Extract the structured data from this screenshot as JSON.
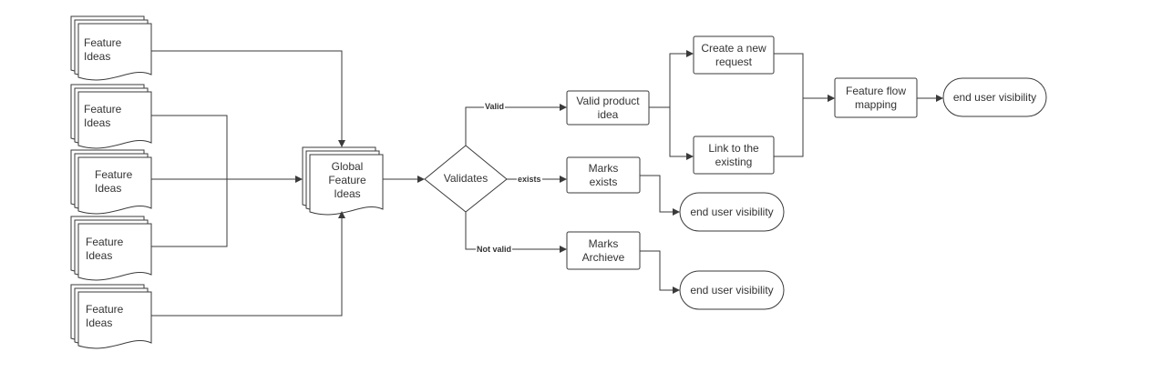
{
  "diagram": {
    "sources": [
      {
        "label": "Feature\nIdeas"
      },
      {
        "label": "Feature\nIdeas"
      },
      {
        "label": "Feature\nIdeas"
      },
      {
        "label": "Feature\nIdeas"
      },
      {
        "label": "Feature\nIdeas"
      }
    ],
    "global": {
      "label": "Global\nFeature\nIdeas"
    },
    "decision": {
      "label": "Validates"
    },
    "edges": {
      "valid": "Valid",
      "exists": "exists",
      "not_valid": "Not valid"
    },
    "valid_idea": {
      "label": "Valid product\nidea"
    },
    "create_request": {
      "label": "Create a new\nrequest"
    },
    "link_existing": {
      "label": "Link to the\nexisting"
    },
    "flow_mapping": {
      "label": "Feature flow\nmapping"
    },
    "marks_exists": {
      "label": "Marks\nexists"
    },
    "marks_archive": {
      "label": "Marks\nArchieve"
    },
    "end_top": {
      "label": "end user visibility"
    },
    "end_mid": {
      "label": "end user visibility"
    },
    "end_bottom": {
      "label": "end user visibility"
    }
  }
}
